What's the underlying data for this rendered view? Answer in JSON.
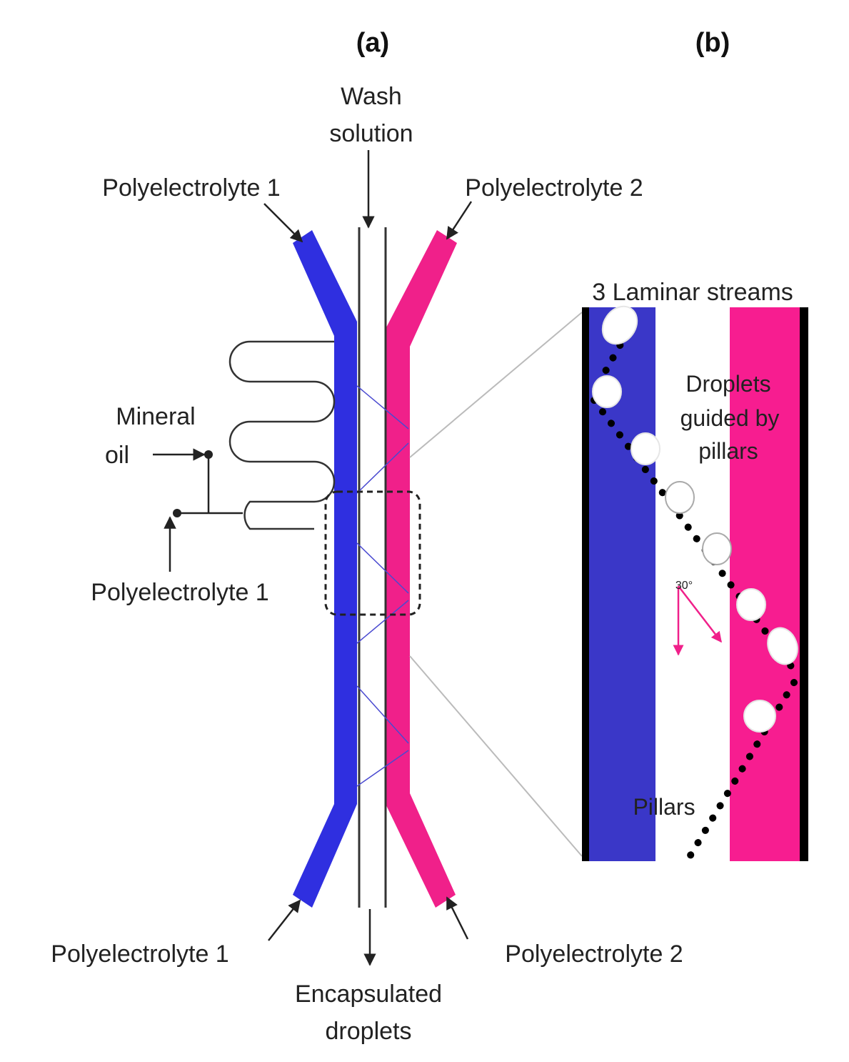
{
  "panels": {
    "a": "(a)",
    "b": "(b)"
  },
  "labels": {
    "wash_line1": "Wash",
    "wash_line2": "solution",
    "pe1_top": "Polyelectrolyte 1",
    "pe2_top": "Polyelectrolyte 2",
    "mineral_line1": "Mineral",
    "mineral_line2": "oil",
    "pe1_side": "Polyelectrolyte 1",
    "pe1_bottom": "Polyelectrolyte 1",
    "pe2_bottom": "Polyelectrolyte 2",
    "encap_line1": "Encapsulated",
    "encap_line2": "droplets",
    "laminar": "3 Laminar streams",
    "droplets_line1": "Droplets",
    "droplets_line2": "guided by",
    "droplets_line3": "pillars",
    "pillars": "Pillars",
    "angle": "30°"
  },
  "colors": {
    "blue": "#2f2fe0",
    "blue_zoom": "#3a37c8",
    "pink": "#f0208a",
    "pink_zoom": "#f71d90",
    "line": "#222222"
  }
}
